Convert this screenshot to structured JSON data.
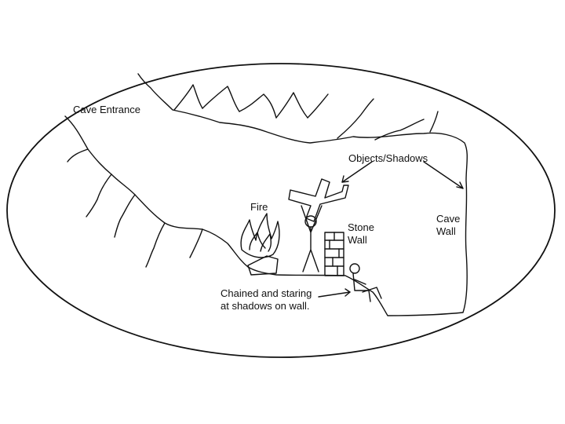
{
  "labels": {
    "cave_entrance": "Cave Entrance",
    "objects_shadows": "Objects/Shadows",
    "fire": "Fire",
    "stone_wall_line1": "Stone",
    "stone_wall_line2": "Wall",
    "cave_wall_line1": "Cave",
    "cave_wall_line2": "Wall",
    "prisoner_line1": "Chained and staring",
    "prisoner_line2": "at shadows on wall."
  },
  "colors": {
    "ink": "#111111",
    "background": "#ffffff"
  }
}
